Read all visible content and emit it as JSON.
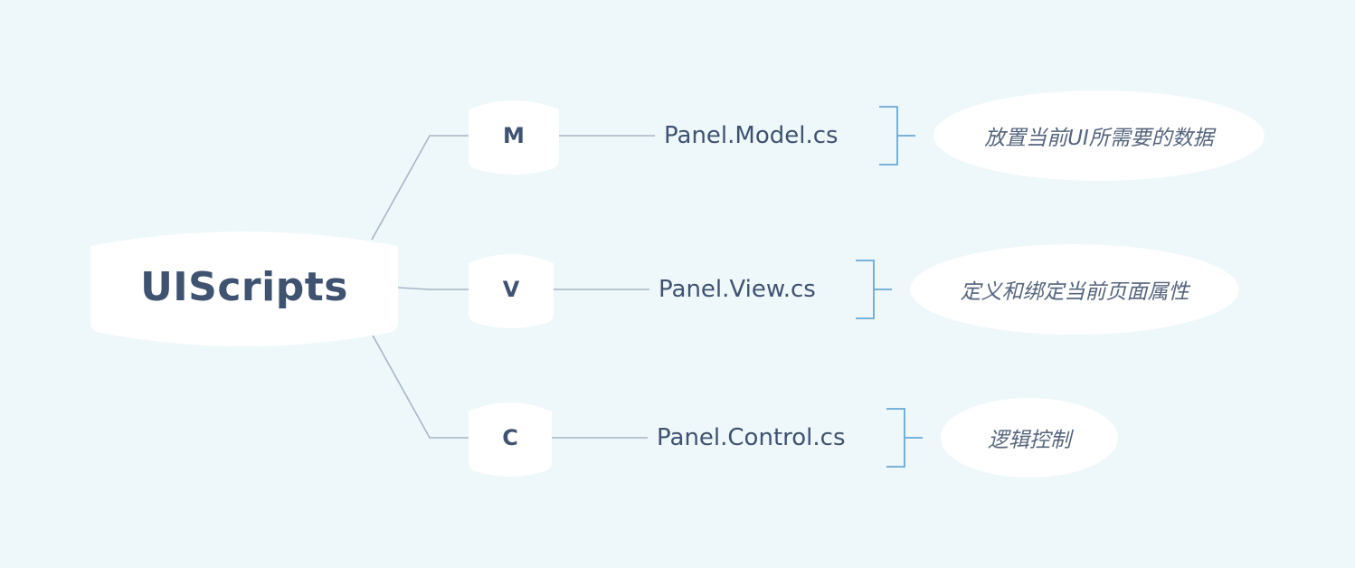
{
  "root": {
    "label": "UIScripts"
  },
  "branches": [
    {
      "key": "M",
      "file": "Panel.Model.cs",
      "note": "放置当前UI所需要的数据"
    },
    {
      "key": "V",
      "file": "Panel.View.cs",
      "note": "定义和绑定当前页面属性"
    },
    {
      "key": "C",
      "file": "Panel.Control.cs",
      "note": "逻辑控制"
    }
  ],
  "colors": {
    "background": "#eef7fa",
    "node_fill": "#ffffff",
    "text": "#3f5270",
    "connector": "#a7b6c6",
    "bracket": "#6aa9d6"
  }
}
